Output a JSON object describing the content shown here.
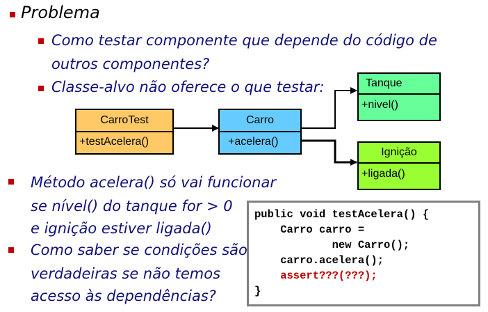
{
  "slide": {
    "heading": "Problema",
    "sub_bullets": [
      "Como testar componente que depende do código de",
      "outros componentes?",
      "Classe-alvo não oferece o que testar:"
    ],
    "lower_bullets": [
      "Método acelera() só vai funcionar",
      "se nível() do tanque for > 0",
      "e ignição estiver ligada()",
      "Como saber se condições são",
      "verdadeiras se não temos",
      "acesso às dependências?"
    ]
  },
  "diagram": {
    "carrotest": {
      "title": "CarroTest",
      "member": "+testAcelera()",
      "color": "#ffc966"
    },
    "carro": {
      "title": "Carro",
      "member": "+acelera()",
      "color": "#66ccff"
    },
    "tanque": {
      "title": "Tanque",
      "member": "+nivel()",
      "color": "#66ff99"
    },
    "ignicao": {
      "title": "Ignição",
      "member": "+ligada()",
      "color": "#99ff33"
    }
  },
  "code": {
    "lines": [
      "public void testAcelera() {",
      "    Carro carro =",
      "            new Carro();",
      "    carro.acelera();",
      "    assert???(???);",
      "}"
    ]
  }
}
